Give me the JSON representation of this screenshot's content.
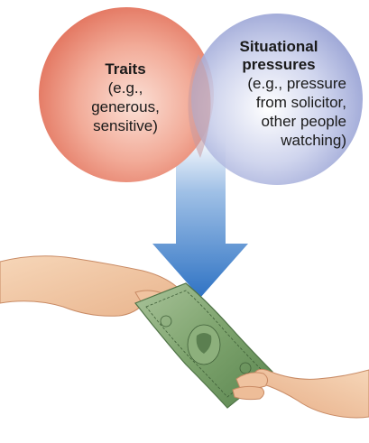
{
  "traits": {
    "title": "Traits",
    "lines": [
      "(e.g.,",
      "generous,",
      "sensitive)"
    ]
  },
  "situational": {
    "title_lines": [
      "Situational",
      "pressures"
    ],
    "lines": [
      "(e.g., pressure",
      "from solicitor,",
      "other people",
      "watching)"
    ]
  },
  "colors": {
    "traits_circle": "#f09a86",
    "situational_circle": "#aab3dc",
    "arrow": "#2f73c4",
    "bill": "#6f9a63",
    "skin": "#f2c9a5"
  },
  "icons": {
    "arrow": "down-arrow-icon",
    "illustration": "hands-passing-money-illustration"
  }
}
